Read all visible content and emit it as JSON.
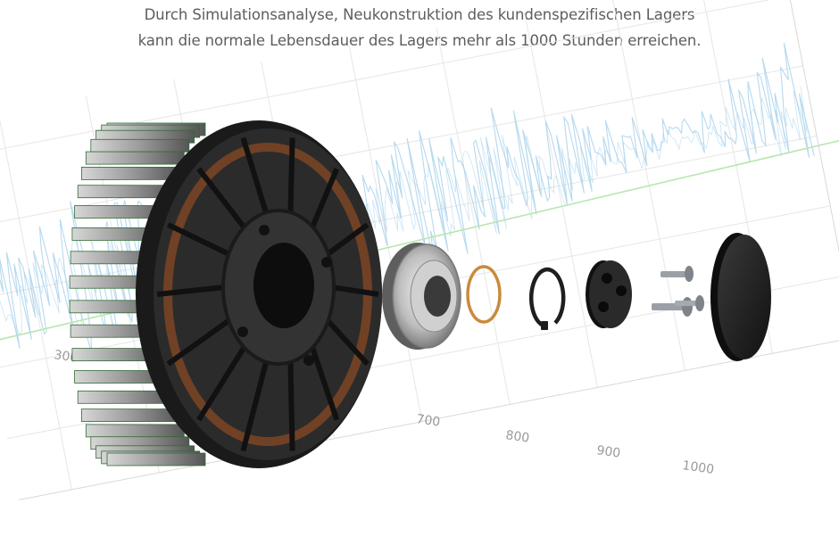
{
  "caption": {
    "line1": "Durch Simulationsanalyse, Neukonstruktion des kundenspezifischen Lagers",
    "line2": "kann die normale Lebensdauer des Lagers mehr als 1000 Stunden erreichen."
  },
  "background_plot": {
    "x_ticks": [
      "300",
      "700",
      "800",
      "900",
      "1000"
    ],
    "signal_color": "#a9d2ec",
    "trend_color": "#b8e6b0",
    "grid_color": "#e6e6e6"
  },
  "components": [
    {
      "name": "motor-stator",
      "color": "#2a2a2a"
    },
    {
      "name": "ball-bearing",
      "color": "#8e8e8e"
    },
    {
      "name": "copper-washer",
      "color": "#c98a3c"
    },
    {
      "name": "retaining-clip",
      "color": "#1f1f1f"
    },
    {
      "name": "bearing-cap",
      "color": "#262626"
    },
    {
      "name": "screws",
      "color": "#9aa0a6"
    },
    {
      "name": "end-cover",
      "color": "#1c1c1c"
    }
  ]
}
